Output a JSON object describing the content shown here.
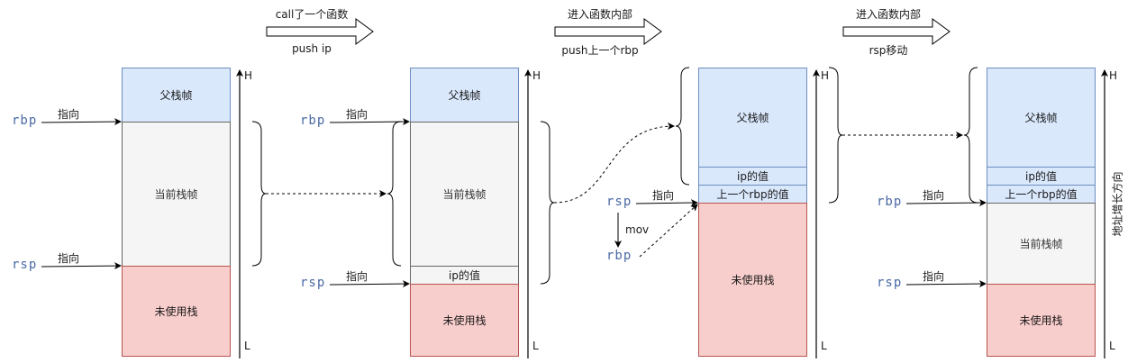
{
  "transitions": [
    {
      "top": "call了一个函数",
      "bottom": "push ip"
    },
    {
      "top": "进入函数内部",
      "bottom": "push上一个rbp"
    },
    {
      "top": "进入函数内部",
      "bottom": "rsp移动"
    }
  ],
  "axis": {
    "high": "H",
    "low": "L",
    "direction_label": "地址增长方向"
  },
  "pointer_label": "指向",
  "registers": {
    "rbp": "rbp",
    "rsp": "rsp"
  },
  "mov_label": "mov",
  "blocks": {
    "parent_frame": "父栈帧",
    "current_frame": "当前栈帧",
    "unused_stack": "未使用栈",
    "ip_value": "ip的值",
    "prev_rbp_value": "上一个rbp的值"
  },
  "colors": {
    "parent_fill": "#dae8fc",
    "parent_stroke": "#6c8ebf",
    "current_fill": "#f5f5f5",
    "current_stroke": "#666666",
    "unused_fill": "#f8cecc",
    "unused_stroke": "#b85450",
    "register_text": "#4a6aa5"
  }
}
